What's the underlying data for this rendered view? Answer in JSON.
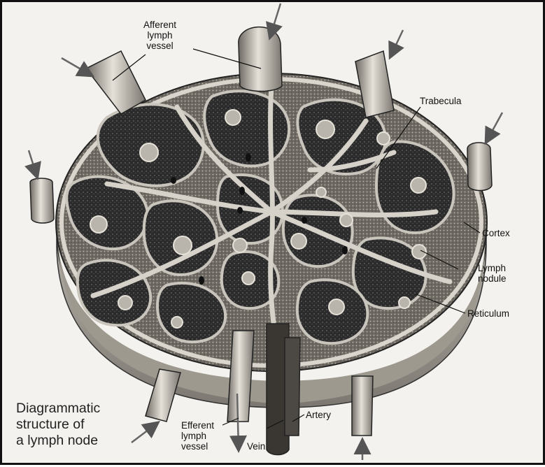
{
  "labels": {
    "afferent": [
      "Afferent",
      "lymph",
      "vessel"
    ],
    "trabecula": "Trabecula",
    "cortex": "Cortex",
    "lymph_nodule": [
      "Lymph",
      "nodule"
    ],
    "reticulum": "Reticulum",
    "efferent": [
      "Efferent",
      "lymph",
      "vessel"
    ],
    "vein": "Vein",
    "artery": "Artery"
  },
  "caption": [
    "Diagrammatic",
    "structure of",
    "a lymph node"
  ],
  "colors": {
    "background": "#f4f2ee",
    "capsule": "#c9c5bd",
    "dark_tissue": "#2a2a2a",
    "ink": "#111111"
  }
}
